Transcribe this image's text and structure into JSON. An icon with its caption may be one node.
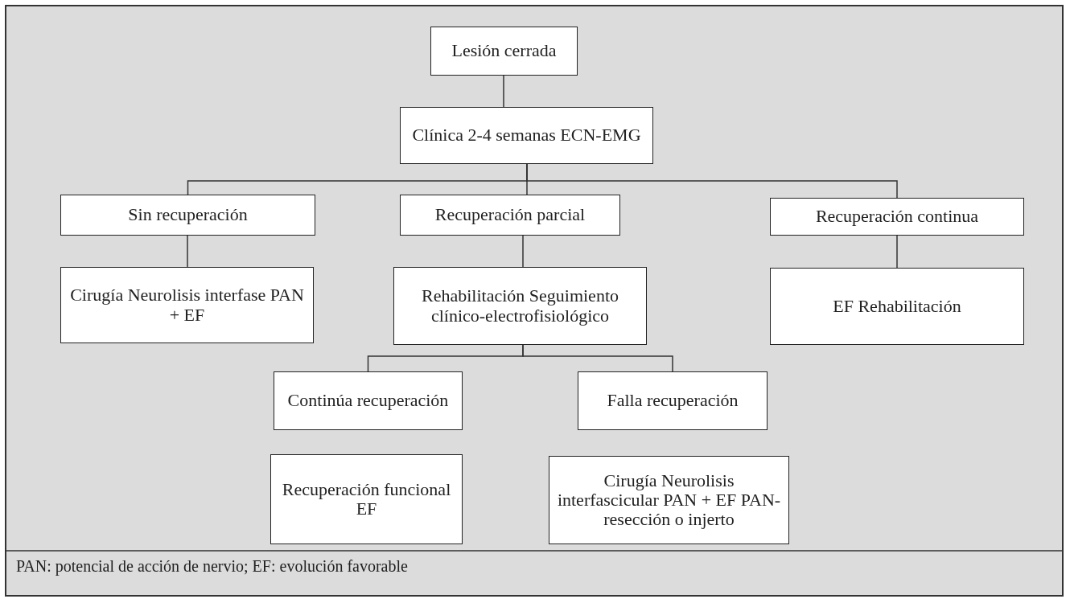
{
  "diagram": {
    "nodes": [
      {
        "text": [
          "Lesión cerrada"
        ]
      },
      {
        "text": [
          "Clínica 2-4 semanas ECN-EMG"
        ]
      },
      {
        "text": [
          "Sin recuperación"
        ]
      },
      {
        "text": [
          "Recuperación parcial"
        ]
      },
      {
        "text": [
          "Recuperación continua"
        ]
      },
      {
        "text": [
          "Cirugía Neurolisis interfase PAN + EF"
        ]
      },
      {
        "text": [
          "Rehabilitación Seguimiento clínico-electrofisiológico"
        ]
      },
      {
        "text": [
          "EF Rehabilitación"
        ]
      },
      {
        "text": [
          "Continúa recuperación"
        ]
      },
      {
        "text": [
          "Falla recuperación"
        ]
      },
      {
        "text": [
          "Recuperación funcional EF"
        ]
      },
      {
        "text": [
          "Cirugía Neurolisis interfascicular PAN + EF PAN-resección o injerto"
        ]
      }
    ],
    "edges": [
      {
        "from": 0,
        "to": 1,
        "arrow": "none"
      },
      {
        "from": 1,
        "to": 2,
        "arrow": "none"
      },
      {
        "from": 1,
        "to": 3,
        "arrow": "none"
      },
      {
        "from": 1,
        "to": 4,
        "arrow": "none"
      },
      {
        "from": 2,
        "to": 5,
        "arrow": "none"
      },
      {
        "from": 3,
        "to": 6,
        "arrow": "none"
      },
      {
        "from": 4,
        "to": 7,
        "arrow": "none"
      },
      {
        "from": 6,
        "to": 8,
        "arrow": "none"
      },
      {
        "from": 6,
        "to": 9,
        "arrow": "none"
      }
    ],
    "labels": [
      "PAN: potencial de acción de nervio; EF: evolución favorable"
    ]
  }
}
